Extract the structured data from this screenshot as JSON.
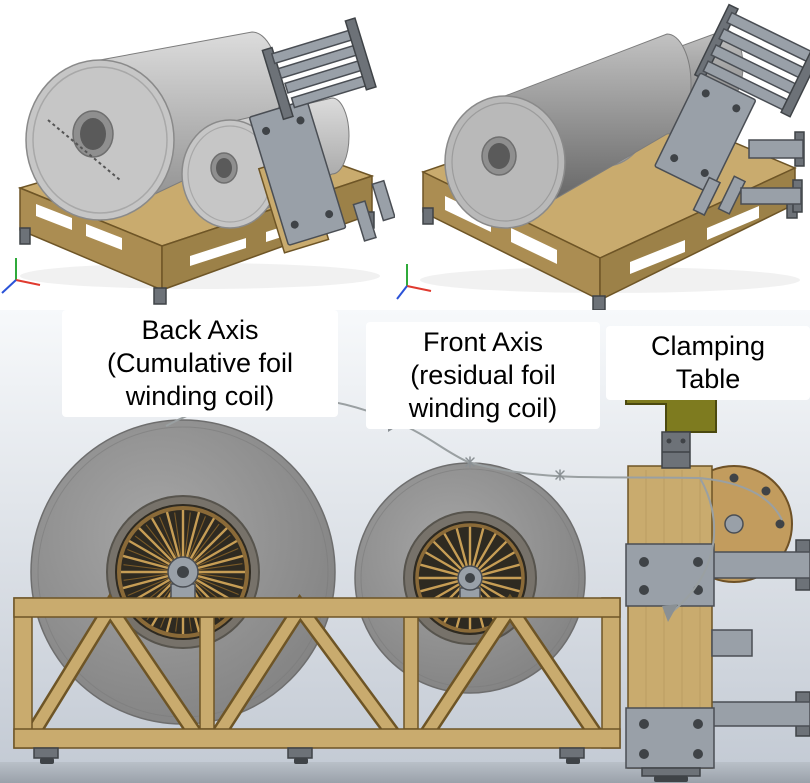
{
  "labels": {
    "back_axis": "Back Axis\n(Cumulative foil\nwinding coil)",
    "front_axis": "Front Axis\n(residual foil\nwinding coil)",
    "clamping_table": "Clamping Table"
  },
  "colors": {
    "background_top": "#f7f9fb",
    "background_bottom": "#c2c9d3",
    "wood": "#c9ab6e",
    "wood_shade": "#ab8d52",
    "wood_dark": "#6e5526",
    "coil_gray": "#8f8f8f",
    "coil_light": "#c6c6c6",
    "steel": "#99a0a8",
    "steel_dark": "#4a4e54",
    "olive": "#7e7b1f",
    "spoke": "#c69d55",
    "foil_line": "#9aa0a2",
    "axis_red": "#e03a2f",
    "axis_green": "#2faa3a",
    "axis_blue": "#2b53d8"
  }
}
